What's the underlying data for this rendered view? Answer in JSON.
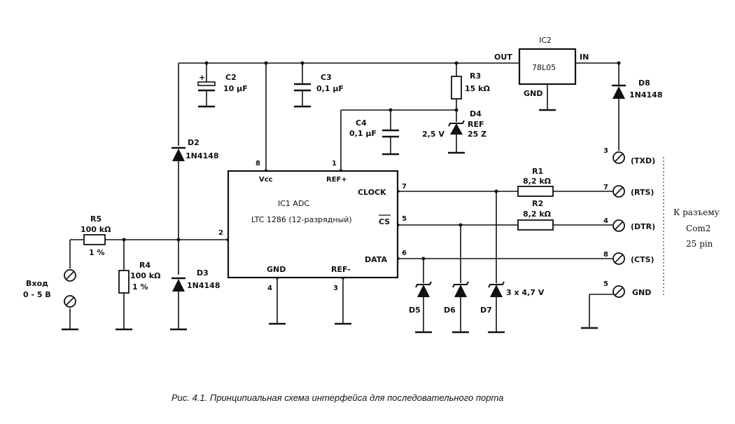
{
  "ic1": {
    "name": "IC1  ADC",
    "part": "LTC 1286 (12-разрядный)",
    "pin_vcc": "Vcc",
    "pin_ref_plus": "REF+",
    "pin_clock": "CLOCK",
    "pin_cs": "CS",
    "pin_data": "DATA",
    "pin_gnd": "GND",
    "pin_ref_minus": "REF-",
    "num_vcc": "8",
    "num_ref_plus": "1",
    "num_clock": "7",
    "num_cs": "5",
    "num_data": "6",
    "num_in": "2",
    "num_gnd": "4",
    "num_ref_minus": "3"
  },
  "ic2": {
    "name": "IC2",
    "part": "78L05",
    "pin_out": "OUT",
    "pin_in": "IN",
    "pin_gnd": "GND"
  },
  "components": {
    "c2_name": "C2",
    "c2_value": "10 μF",
    "c2_plus": "+",
    "c3_name": "C3",
    "c3_value": "0,1 μF",
    "c4_name": "C4",
    "c4_value": "0,1 μF",
    "r3_name": "R3",
    "r3_value": "15 kΩ",
    "d4_name": "D4",
    "d4_type_1": "REF",
    "d4_type_2": "25 Z",
    "d4_voltage": "2,5 V",
    "d8_name": "D8",
    "d8_type": "1N4148",
    "d2_name": "D2",
    "d2_type": "1N4148",
    "d3_name": "D3",
    "d3_type": "1N4148",
    "r5_name": "R5",
    "r5_value": "100 kΩ",
    "r5_tol": "1 %",
    "r4_name": "R4",
    "r4_value": "100 kΩ",
    "r4_tol": "1 %",
    "r1_name": "R1",
    "r1_value": "8,2 kΩ",
    "r2_name": "R2",
    "r2_value": "8,2 kΩ",
    "d5_name": "D5",
    "d6_name": "D6",
    "d7_name": "D7",
    "zener_value": "3 x 4,7 V"
  },
  "input": {
    "label": "Вход",
    "range": "0 - 5 В"
  },
  "connector": {
    "pins": [
      {
        "num": "3",
        "signal": "(TXD)"
      },
      {
        "num": "7",
        "signal": "(RTS)"
      },
      {
        "num": "4",
        "signal": "(DTR)"
      },
      {
        "num": "8",
        "signal": "(CTS)"
      },
      {
        "num": "5",
        "signal": "GND"
      }
    ],
    "caption_1": "К разъему",
    "caption_2": "Com2",
    "caption_3": "25 pin"
  },
  "figure_caption": "Рис. 4.1. Принципиальная схема интерфейса для последовательного порта"
}
